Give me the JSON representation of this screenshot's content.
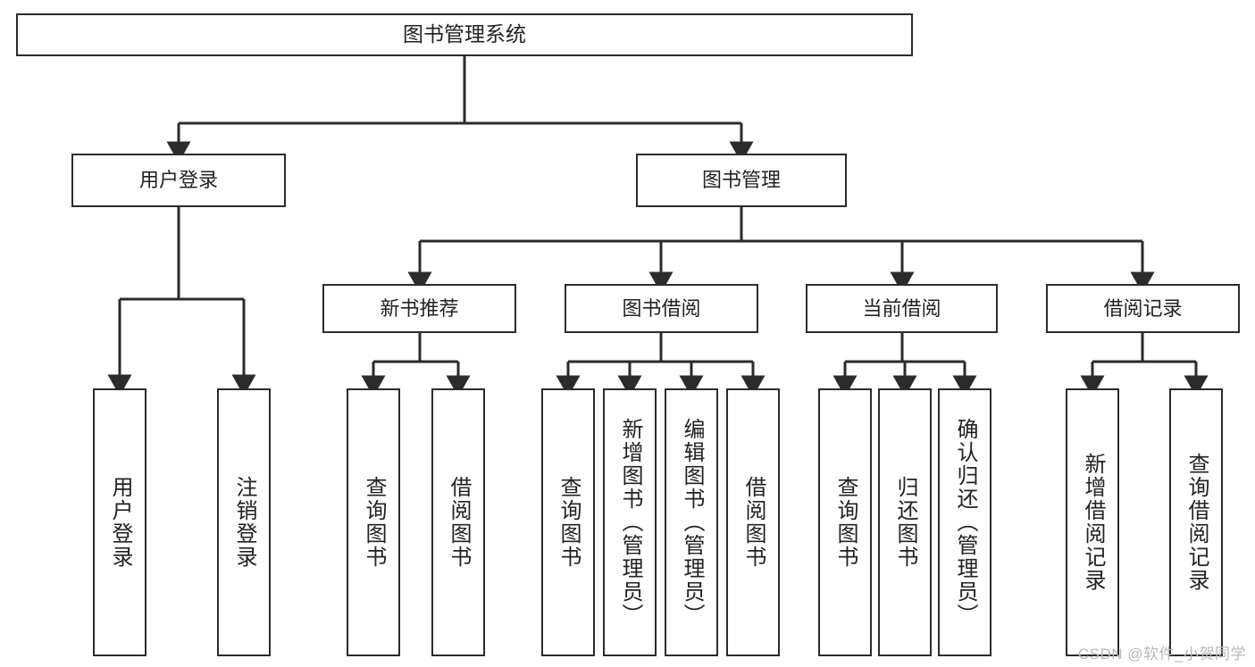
{
  "diagram": {
    "title": "图书管理系统",
    "type": "tree-hierarchy",
    "watermark": "CSDN @软件_小贺同学",
    "colors": {
      "stroke": "#2b2b2b",
      "fill": "#ffffff",
      "text": "#222222",
      "watermark": "#b9b9b9"
    },
    "root": {
      "label": "图书管理系统"
    },
    "level1": [
      {
        "label": "用户登录"
      },
      {
        "label": "图书管理"
      }
    ],
    "level2": [
      {
        "label": "新书推荐"
      },
      {
        "label": "图书借阅"
      },
      {
        "label": "当前借阅"
      },
      {
        "label": "借阅记录"
      }
    ],
    "leaves": {
      "user_login": [
        {
          "label": "用户登录"
        },
        {
          "label": "注销登录"
        }
      ],
      "new_book_recommend": [
        {
          "label": "查询图书"
        },
        {
          "label": "借阅图书"
        }
      ],
      "book_borrow": [
        {
          "label": "查询图书"
        },
        {
          "label": "新增图书（管理员）"
        },
        {
          "label": "编辑图书（管理员）"
        },
        {
          "label": "借阅图书"
        }
      ],
      "current_borrow": [
        {
          "label": "查询图书"
        },
        {
          "label": "归还图书"
        },
        {
          "label": "确认归还（管理员）"
        }
      ],
      "borrow_record": [
        {
          "label": "新增借阅记录"
        },
        {
          "label": "查询借阅记录"
        }
      ]
    }
  }
}
